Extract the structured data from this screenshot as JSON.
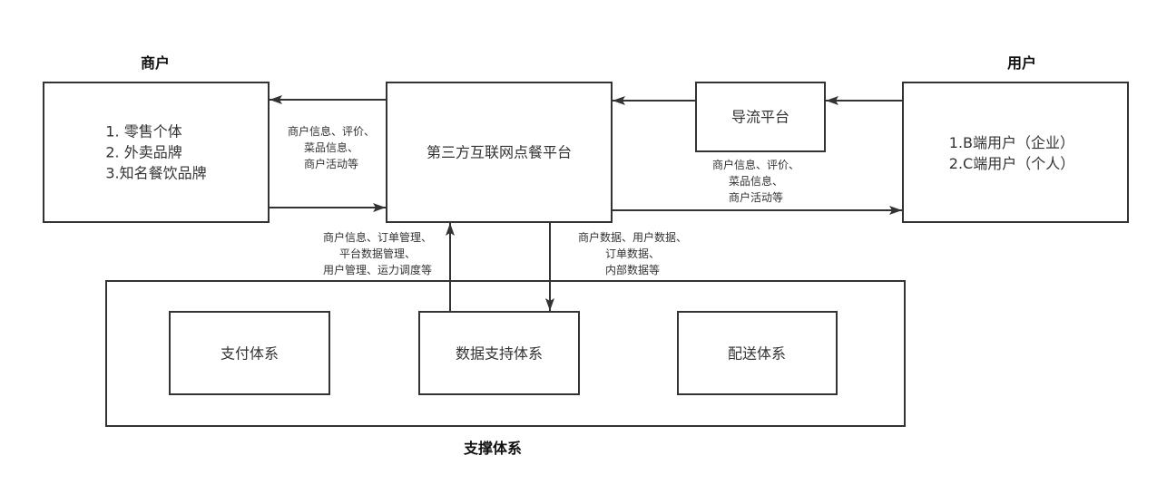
{
  "merchant": {
    "title": "商户",
    "items": [
      "1.  零售个体",
      "2.  外卖品牌",
      "3.知名餐饮品牌"
    ]
  },
  "user": {
    "title": "用户",
    "items": [
      "1.B端用户（企业）",
      "2.C端用户（个人）"
    ]
  },
  "platform": {
    "label": "第三方互联网点餐平台"
  },
  "traffic": {
    "label": "导流平台"
  },
  "support": {
    "title": "支撑体系",
    "payment": "支付体系",
    "data": "数据支持体系",
    "delivery": "配送体系"
  },
  "edges": {
    "platform_to_merchant": [
      "商户信息、评价、",
      "菜品信息、",
      "商户活动等"
    ],
    "platform_to_user": [
      "商户信息、评价、",
      "菜品信息、",
      "商户活动等"
    ],
    "data_to_platform": [
      "商户信息、订单管理、",
      "平台数据管理、",
      "用户管理、运力调度等"
    ],
    "platform_to_data": [
      "商户数据、用户数据、",
      "订单数据、",
      "内部数据等"
    ]
  },
  "colors": {
    "stroke": "#333333"
  }
}
